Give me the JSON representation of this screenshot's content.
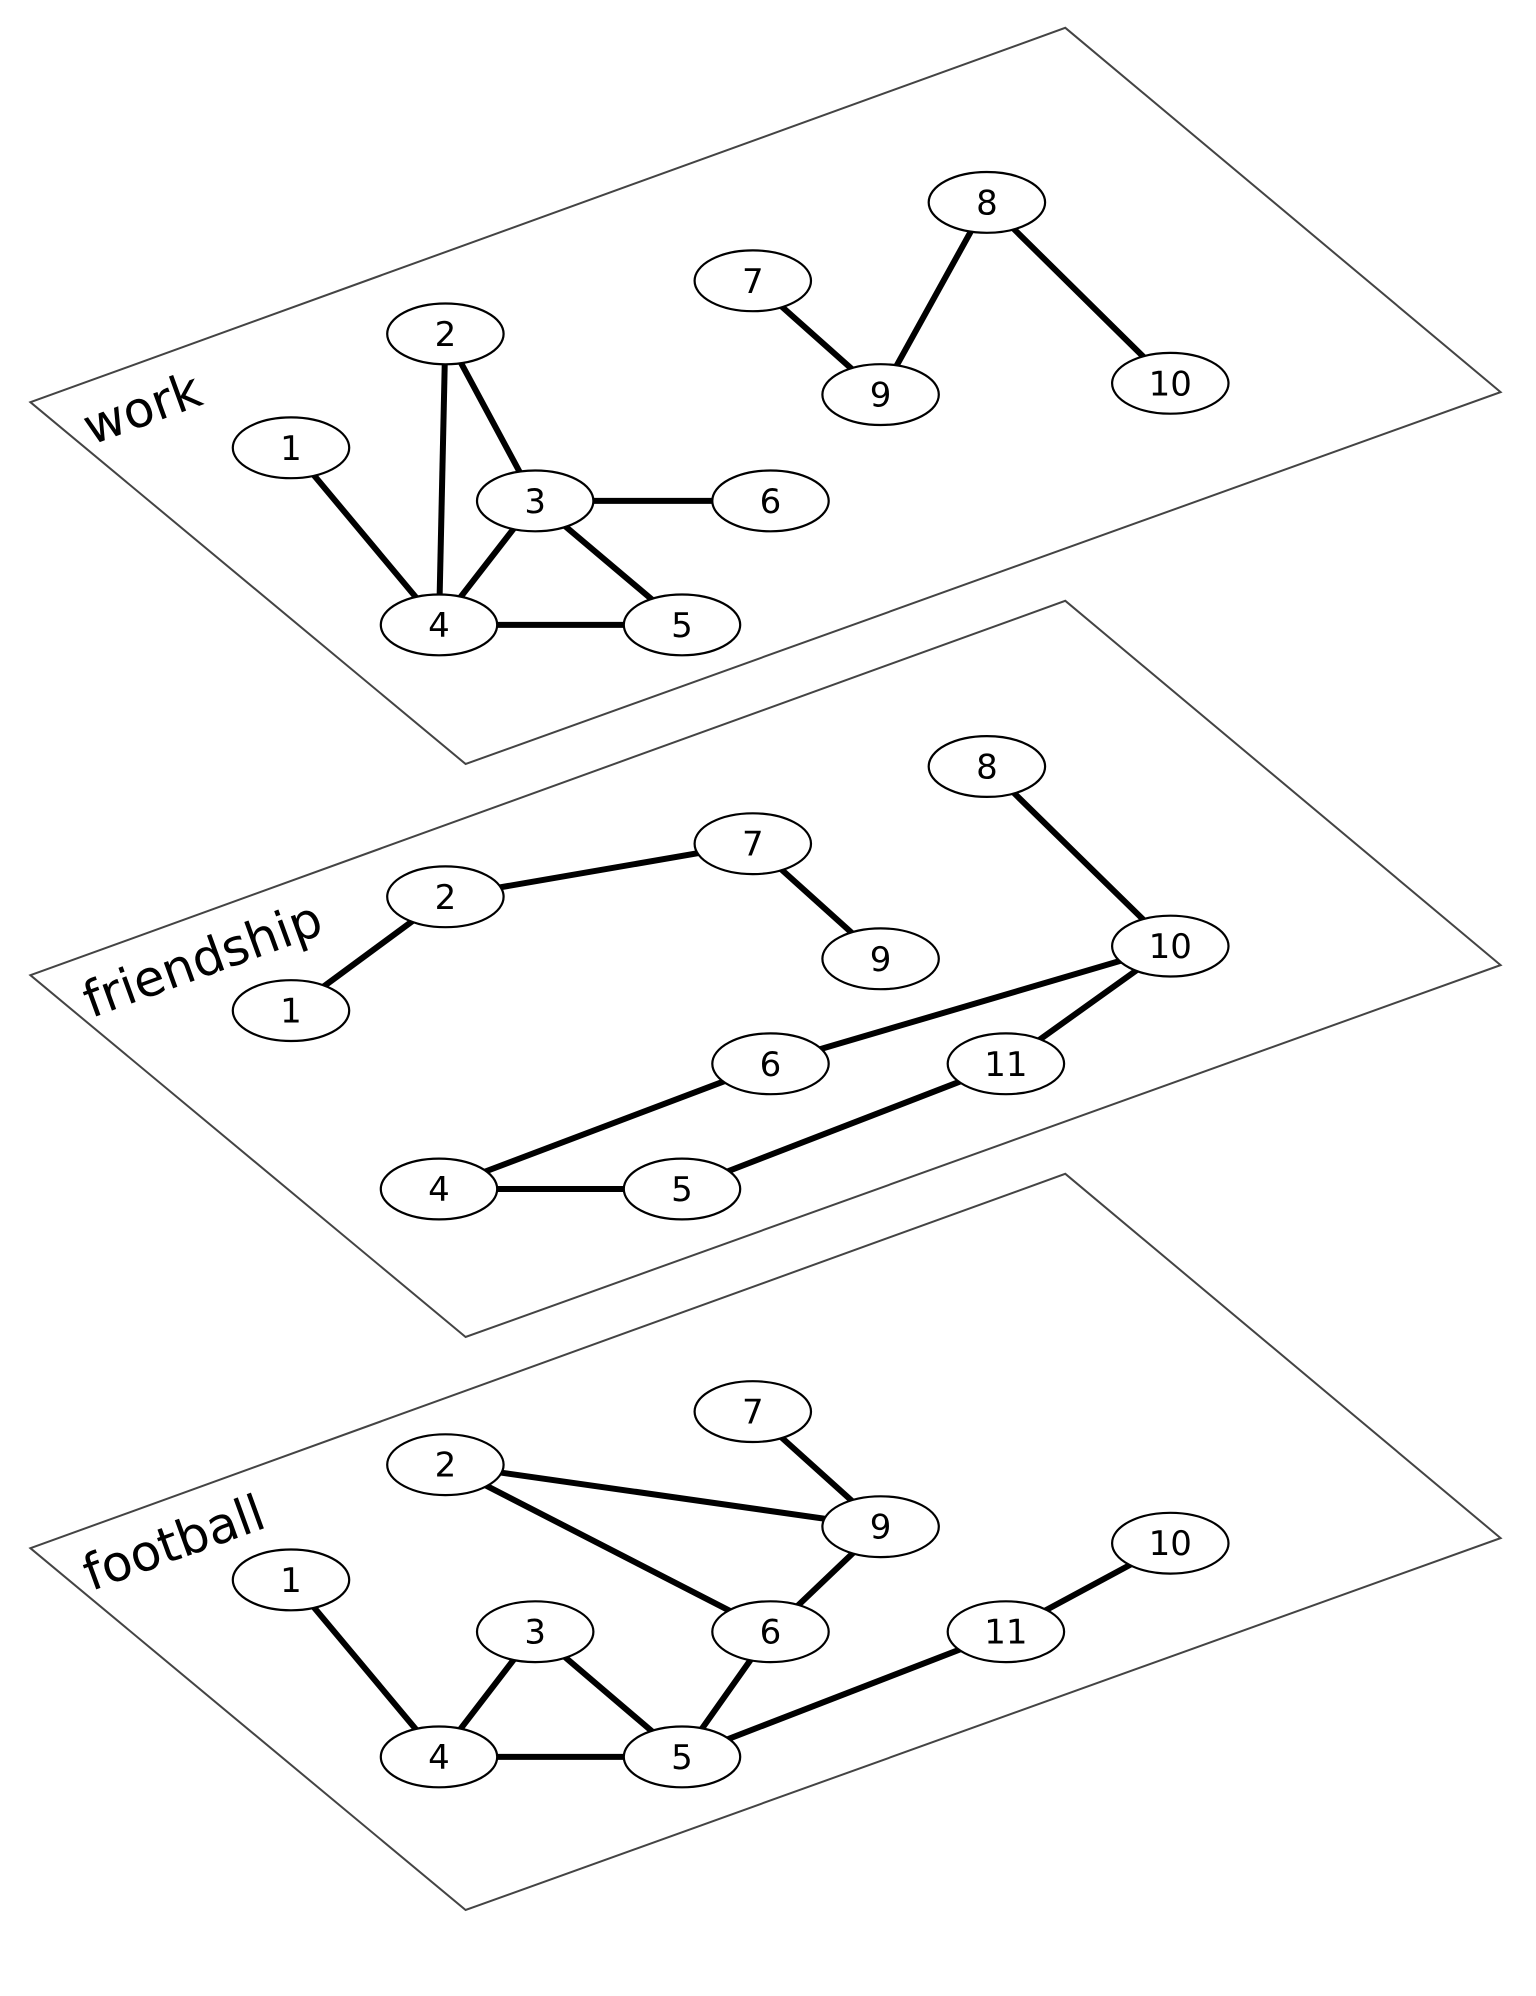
{
  "layers": [
    {
      "name": "work",
      "nodes": [
        "1",
        "2",
        "3",
        "4",
        "5",
        "6",
        "7",
        "8",
        "9",
        "10"
      ],
      "edges": [
        [
          "1",
          "4"
        ],
        [
          "2",
          "4"
        ],
        [
          "2",
          "3"
        ],
        [
          "3",
          "4"
        ],
        [
          "3",
          "6"
        ],
        [
          "3",
          "5"
        ],
        [
          "4",
          "5"
        ],
        [
          "7",
          "9"
        ],
        [
          "8",
          "9"
        ],
        [
          "8",
          "10"
        ]
      ]
    },
    {
      "name": "friendship",
      "nodes": [
        "1",
        "2",
        "4",
        "5",
        "6",
        "7",
        "8",
        "9",
        "10",
        "11"
      ],
      "edges": [
        [
          "1",
          "2"
        ],
        [
          "2",
          "7"
        ],
        [
          "7",
          "9"
        ],
        [
          "8",
          "10"
        ],
        [
          "10",
          "6"
        ],
        [
          "10",
          "11"
        ],
        [
          "11",
          "5"
        ],
        [
          "6",
          "4"
        ],
        [
          "4",
          "5"
        ]
      ]
    },
    {
      "name": "football",
      "nodes": [
        "1",
        "2",
        "3",
        "4",
        "5",
        "6",
        "7",
        "9",
        "10",
        "11"
      ],
      "edges": [
        [
          "1",
          "4"
        ],
        [
          "3",
          "4"
        ],
        [
          "3",
          "5"
        ],
        [
          "4",
          "5"
        ],
        [
          "5",
          "6"
        ],
        [
          "6",
          "9"
        ],
        [
          "2",
          "9"
        ],
        [
          "2",
          "6"
        ],
        [
          "7",
          "9"
        ],
        [
          "5",
          "11"
        ],
        [
          "11",
          "10"
        ]
      ]
    }
  ]
}
